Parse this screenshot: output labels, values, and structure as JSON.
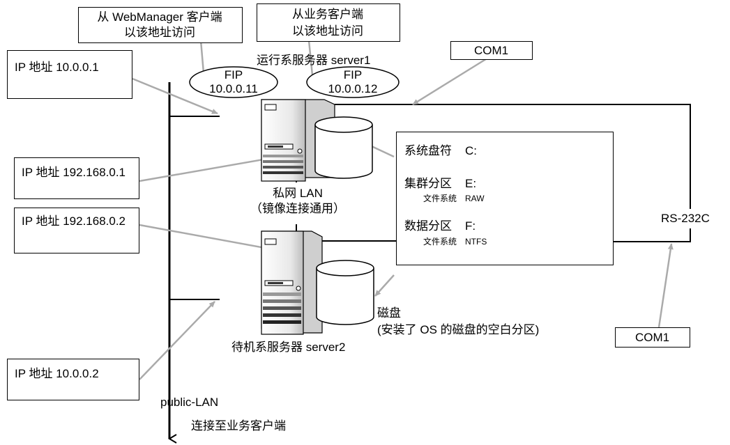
{
  "callouts": {
    "webmanager_line1": "从 WebManager 客户端",
    "webmanager_line2": "以该地址访问",
    "business_line1": "从业务客户端",
    "business_line2": "以该地址访问"
  },
  "server1": {
    "label": "运行系服务器 server1"
  },
  "server2": {
    "label": "待机系服务器 server2"
  },
  "fip1": {
    "name": "FIP",
    "address": "10.0.0.11"
  },
  "fip2": {
    "name": "FIP",
    "address": "10.0.0.12"
  },
  "ip_boxes": {
    "s1_public": "IP 地址  10.0.0.1",
    "s1_private": "IP 地址 192.168.0.1",
    "s2_private": "IP 地址 192.168.0.2",
    "s2_public": "IP 地址  10.0.0.2"
  },
  "com_top": "COM1",
  "com_bottom": "COM1",
  "rs232c": "RS-232C",
  "private_lan": {
    "line1": "私网 LAN",
    "line2": "（镜像连接通用）"
  },
  "public_lan": "public-LAN",
  "to_clients": "连接至业务客户端",
  "disk_info": {
    "system_label": "系统盘符",
    "system_value": "C:",
    "cluster_label": "集群分区",
    "cluster_value": "E:",
    "cluster_fs_label": "文件系统",
    "cluster_fs_value": "RAW",
    "data_label": "数据分区",
    "data_value": "F:",
    "data_fs_label": "文件系统",
    "data_fs_value": "NTFS"
  },
  "disk_caption": {
    "line1": "磁盘",
    "line2": "(安装了 OS 的磁盘的空白分区)"
  },
  "colors": {
    "arrow": "#aaaaaa",
    "line": "#000000"
  }
}
